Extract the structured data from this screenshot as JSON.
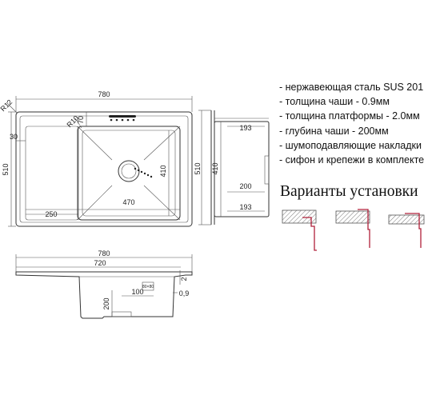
{
  "top_view": {
    "width": "780",
    "height": "510",
    "corner_outer": "R12",
    "corner_bowl": "R10",
    "offset_left": "30",
    "offset_top": "70",
    "drainboard_width": "250",
    "bowl_width": "470",
    "bowl_height": "410"
  },
  "side_view": {
    "height": "510",
    "bowl_length": "410",
    "upper": "193",
    "middle": "200",
    "lower": "193"
  },
  "front_view": {
    "width": "780",
    "bowl_width": "720",
    "depth": "200",
    "drain_offset": "100",
    "rim": "2",
    "thickness": "0,9",
    "drain_label": "80×80"
  },
  "specs": [
    "- нержавеющая сталь SUS 201",
    "- толщина чаши - 0.9мм",
    "- толщина платформы - 2.0мм",
    "- глубина чаши - 200мм",
    "- шумоподавляющие накладки",
    "- сифон и крепежи в комплекте"
  ],
  "installation_title": "Варианты установки",
  "colors": {
    "line": "#333333",
    "counter_hatch": "#888888",
    "sink_edge": "#b0203a"
  }
}
